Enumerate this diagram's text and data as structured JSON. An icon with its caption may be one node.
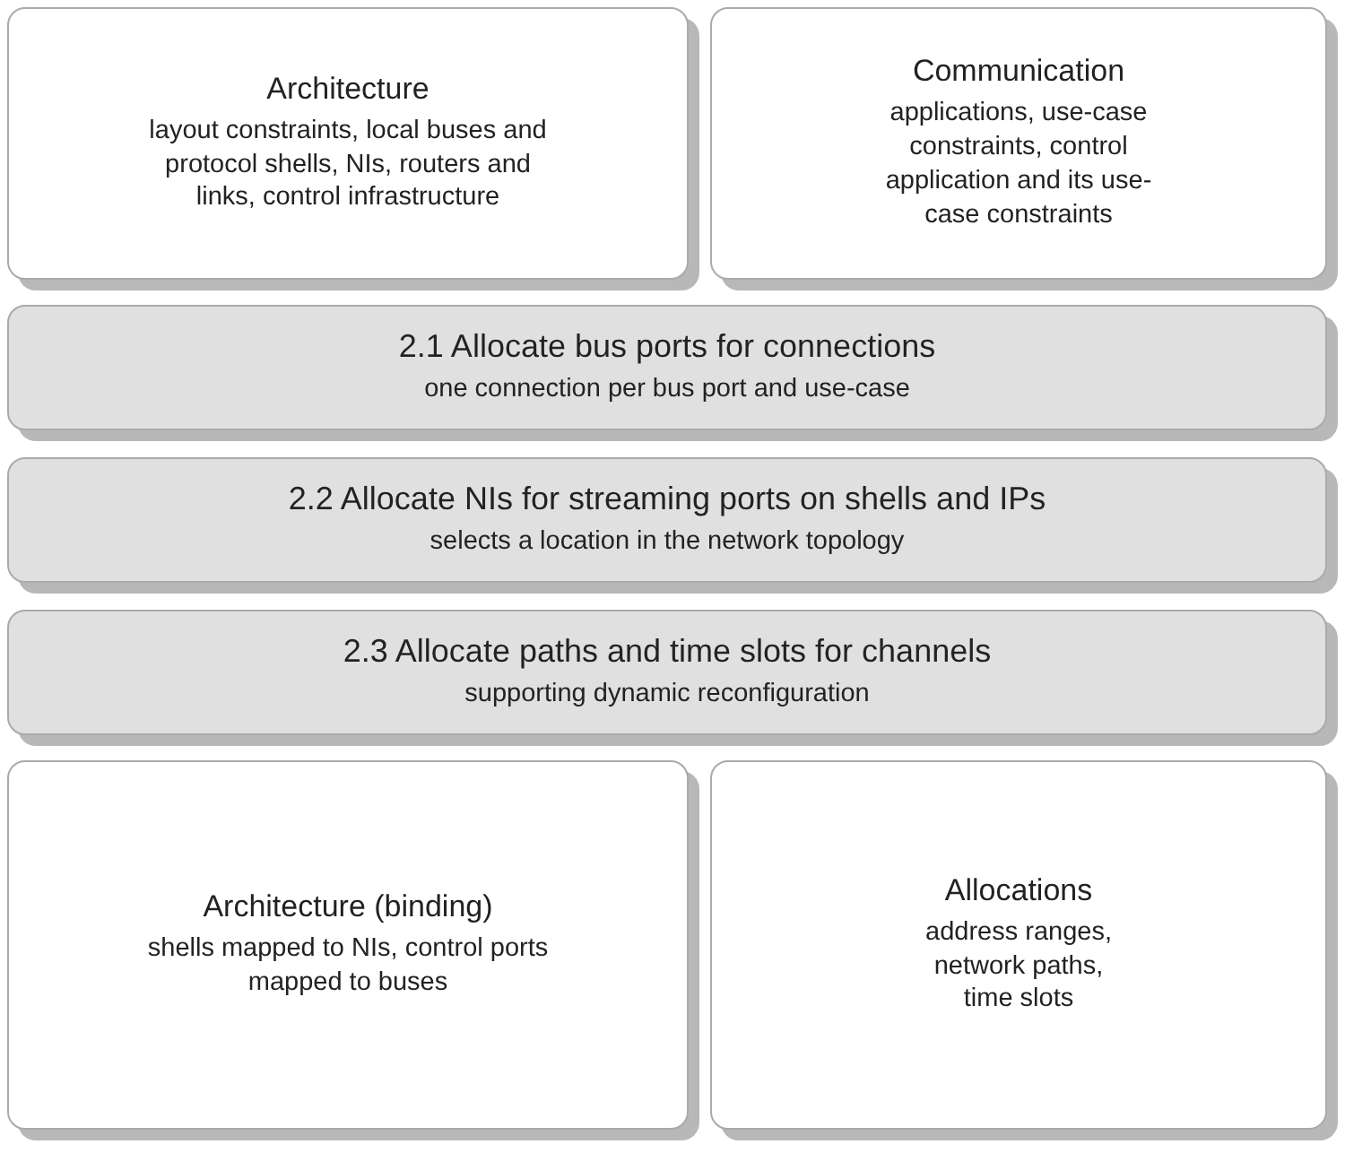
{
  "diagram": {
    "nodes": [
      {
        "text": [
          "Architecture",
          "layout constraints, local buses and protocol shells, NIs, routers and links, control infrastructure"
        ]
      },
      {
        "text": [
          "Communication",
          "applications, use-case constraints, control application and its use-case constraints"
        ]
      },
      {
        "text": [
          "2.1 Allocate bus ports for connections",
          "one connection per bus port and use-case"
        ]
      },
      {
        "text": [
          "2.2 Allocate NIs for streaming ports on shells and IPs",
          "selects a location in the network topology"
        ]
      },
      {
        "text": [
          "2.3 Allocate paths and time slots for channels",
          "supporting dynamic reconfiguration"
        ]
      },
      {
        "text": [
          "Architecture (binding)",
          "shells mapped to NIs, control ports mapped to buses"
        ]
      },
      {
        "text": [
          "Allocations",
          "address ranges, network paths, time slots"
        ]
      }
    ]
  }
}
